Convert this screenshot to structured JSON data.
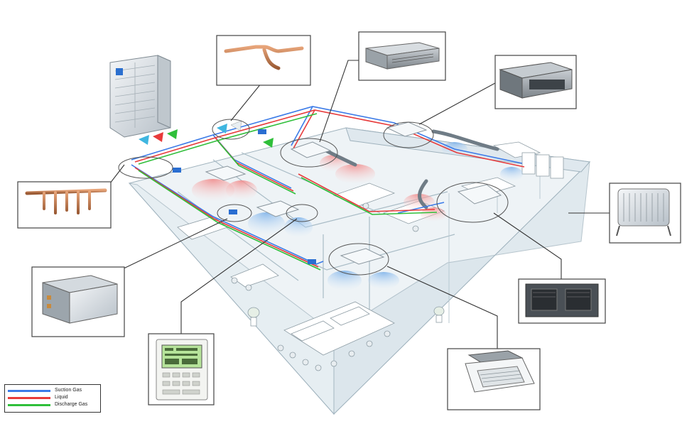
{
  "legend": {
    "items": [
      {
        "label": "Suction Gas",
        "color": "#3b7be8"
      },
      {
        "label": "Liquid",
        "color": "#e83b3b"
      },
      {
        "label": "Discharge Gas",
        "color": "#2fbf3a"
      }
    ]
  },
  "colors": {
    "pipe_suction": "#3b7be8",
    "pipe_liquid": "#e83b3b",
    "pipe_discharge": "#2fbf3a",
    "callout_line": "#333333",
    "building_floor": "#eef3f6",
    "building_wall": "#d8e4ea",
    "airflow_cool": "#9cc6f0",
    "airflow_heat": "#f2a5a5"
  },
  "components": [
    {
      "name": "outdoor-unit",
      "icon": "outdoor-condenser-unit"
    },
    {
      "name": "refnet-joint",
      "icon": "refnet-joint-pipe"
    },
    {
      "name": "refnet-header",
      "icon": "refnet-header-pipe"
    },
    {
      "name": "ceiling-concealed-duct-unit",
      "icon": "slim-duct-unit"
    },
    {
      "name": "ceiling-mounted-duct-unit",
      "icon": "duct-unit"
    },
    {
      "name": "electric-heater",
      "icon": "convector-heater"
    },
    {
      "name": "large-duct-unit",
      "icon": "high-static-duct-unit"
    },
    {
      "name": "cassette-unit",
      "icon": "four-way-cassette"
    },
    {
      "name": "remote-controller",
      "icon": "wired-remote-control"
    },
    {
      "name": "air-handling-unit",
      "icon": "air-handling-box"
    }
  ]
}
